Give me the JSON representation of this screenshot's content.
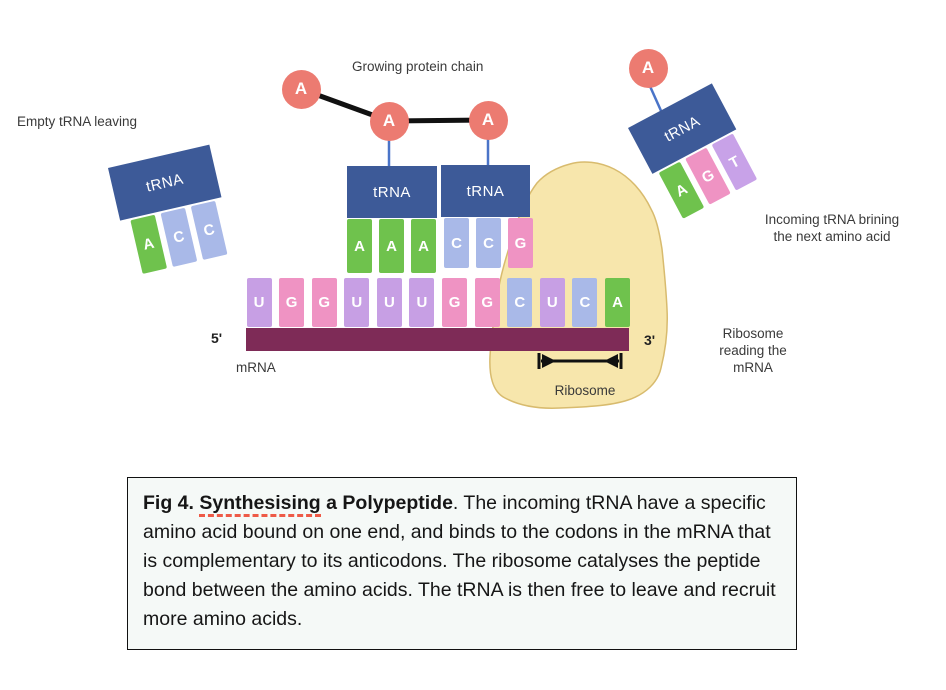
{
  "labels": {
    "growing_protein_chain": "Growing protein chain",
    "empty_trna_leaving": "Empty tRNA leaving",
    "incoming_trna": "Incoming tRNA brining\nthe next amino acid",
    "ribosome_reading": "Ribosome\nreading the\nmRNA",
    "ribosome_bracket": "Ribosome"
  },
  "protein_chain": {
    "amino_acids": [
      "A",
      "A",
      "A"
    ]
  },
  "trna_left": {
    "name": "tRNA",
    "anticodon": [
      "A",
      "C",
      "C"
    ]
  },
  "trna_p": {
    "name": "tRNA",
    "anticodon": [
      "A",
      "A",
      "A"
    ]
  },
  "trna_a": {
    "name": "tRNA",
    "anticodon": [
      "C",
      "C",
      "G"
    ]
  },
  "trna_incoming": {
    "name": "tRNA",
    "anticodon": [
      "A",
      "G",
      "T"
    ],
    "amino_acid": "A"
  },
  "mrna": {
    "label": "mRNA",
    "five_prime": "5'",
    "three_prime": "3'",
    "codons": [
      "U",
      "G",
      "G",
      "U",
      "U",
      "U",
      "G",
      "G",
      "C",
      "U",
      "C",
      "A"
    ]
  },
  "caption": {
    "fig_label": "Fig 4. ",
    "misspelled_word": "Synthesising",
    "title_rest": " a Polypeptide",
    "body": ". The incoming tRNA have a specific amino acid bound on one end, and binds to the codons in the mRNA that is complementary to its anticodons. The ribosome catalyses the peptide bond between the amino acids. The tRNA is then free to leave and recruit more amino acids."
  },
  "nucleotide_colors": {
    "A": "#6fc24d",
    "U": "#c79fe4",
    "G": "#ef93c3",
    "C": "#a9b9e8",
    "T": "#c8a2e8"
  },
  "colors": {
    "trna_box": "#3d5a98",
    "amino_acid_circle": "#ec7b71",
    "mrna_bar": "#7e2b57",
    "ribosome_fill": "#f7e6ac",
    "ribosome_stroke": "#d8bb6e",
    "connector_blue": "#4a74c8",
    "peptide_bond": "#111111",
    "spellcheck_underline": "#ee5a47",
    "caption_background": "#f5f9f7"
  }
}
